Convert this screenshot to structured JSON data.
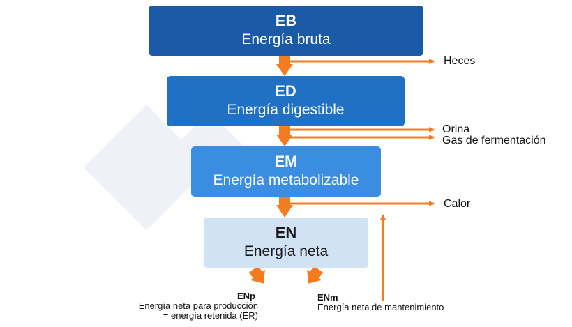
{
  "colors": {
    "arrow": "#f47c20",
    "eb_box": "#1a5aa6",
    "ed_box": "#2070c6",
    "em_box": "#3a8de0",
    "en_box": "#d0e2f3",
    "watermark": "#eef2f7"
  },
  "boxes": {
    "eb": {
      "abbr": "EB",
      "full": "Energía bruta"
    },
    "ed": {
      "abbr": "ED",
      "full": "Energía digestible"
    },
    "em": {
      "abbr": "EM",
      "full": "Energía metabolizable"
    },
    "en": {
      "abbr": "EN",
      "full": "Energía neta"
    }
  },
  "losses": {
    "heces": "Heces",
    "orina": "Orina",
    "gas": "Gas de fermentación",
    "calor": "Calor"
  },
  "outputs": {
    "enp": {
      "abbr": "ENp",
      "line1": "Energía neta para producción",
      "line2": "= energía retenida (ER)"
    },
    "enm": {
      "abbr": "ENm",
      "line1": "Energía neta de mantenimiento"
    }
  }
}
